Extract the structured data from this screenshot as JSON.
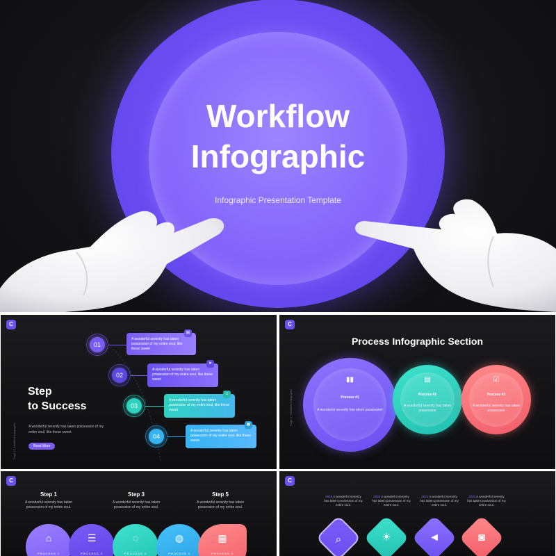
{
  "hero": {
    "title_line1": "Workflow",
    "title_line2": "Infographic",
    "subtitle": "Infographic Presentation Template"
  },
  "badge_letter": "C",
  "step_slide": {
    "heading_line1": "Step",
    "heading_line2": "to Success",
    "description": "A wonderful serenity has taken possession of my entire soul, like these sweet",
    "button_label": "Read More",
    "side_label": "Page 2 | Workflow Infographic",
    "items": [
      {
        "number": "01",
        "text": "A wonderful serenity has taken possession of my entire soul, like these sweet",
        "icon": "clipboard-icon"
      },
      {
        "number": "02",
        "text": "A wonderful serenity has taken possession of my entire soul, like these sweet",
        "icon": "paper-plane-icon"
      },
      {
        "number": "03",
        "text": "A wonderful serenity has taken possession of my entire soul, like these sweet",
        "icon": "user-icon"
      },
      {
        "number": "04",
        "text": "A wonderful serenity has taken possession of my entire soul, like these sweet",
        "icon": "save-icon"
      }
    ]
  },
  "process_slide": {
    "heading": "Process Infographic Section",
    "side_label": "Page 3 | Workflow Infographic",
    "items": [
      {
        "label": "Process #1",
        "text": "A wonderful serenity has taken possession",
        "icon": "bar-chart-icon"
      },
      {
        "label": "Process #2",
        "text": "A wonderful serenity has taken possession",
        "icon": "clipboard-icon"
      },
      {
        "label": "Process #3",
        "text": "A wonderful serenity has taken possession",
        "icon": "check-icon"
      }
    ]
  },
  "steps_slide": {
    "steps": [
      {
        "title": "Step 1",
        "text": "A wonderful serenity has taken possession of my entire soul."
      },
      {
        "title": "Step 3",
        "text": "A wonderful serenity has taken possession of my entire soul."
      },
      {
        "title": "Step 5",
        "text": "A wonderful serenity has taken possession of my entire soul."
      }
    ],
    "blobs": [
      {
        "label": "PROCESS 1",
        "icon": "store-icon"
      },
      {
        "label": "PROCESS 2",
        "icon": "database-icon"
      },
      {
        "label": "PROCESS 3",
        "icon": "chat-icon"
      },
      {
        "label": "PROCESS 4",
        "icon": "globe-icon"
      },
      {
        "label": "PROCESS 5",
        "icon": "calendar-icon"
      }
    ]
  },
  "timeline_slide": {
    "items": [
      {
        "year": "2019",
        "text": "A wonderful serenity has taken possession of my entire soul.",
        "icon": "search-icon"
      },
      {
        "year": "2020",
        "text": "A wonderful serenity has taken possession of my entire soul.",
        "icon": "lightbulb-icon"
      },
      {
        "year": "2021",
        "text": "A wonderful serenity has taken possession of my entire soul.",
        "icon": "megaphone-icon"
      },
      {
        "year": "2022",
        "text": "A wonderful serenity has taken possession of my entire soul.",
        "icon": "camera-icon"
      }
    ]
  },
  "colors": {
    "purple": "#7a5cf5",
    "teal": "#2ed3c0",
    "blue": "#35b3f2",
    "coral": "#ff6f6f"
  }
}
